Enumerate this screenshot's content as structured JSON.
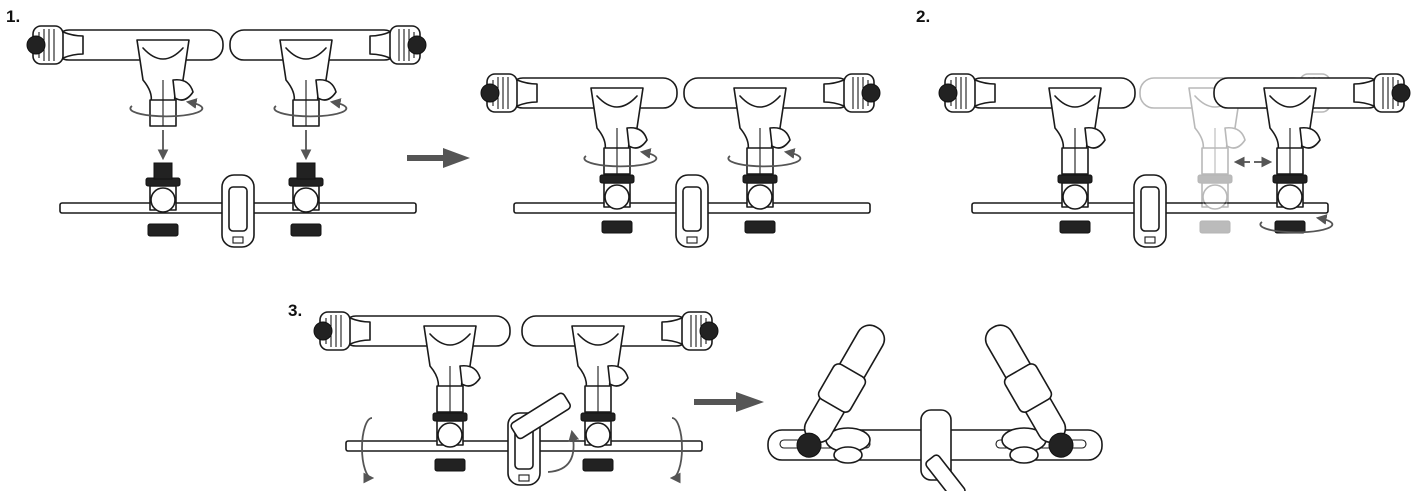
{
  "steps": [
    {
      "label": "1."
    },
    {
      "label": "2."
    },
    {
      "label": "3."
    }
  ],
  "icons": {
    "next_arrow": "arrow-right-icon",
    "rotate_arrow": "rotate-arrow-icon",
    "slide_arrow": "double-arrow-icon"
  },
  "colors": {
    "line": "#1a1a1a",
    "arrow": "#555555",
    "ghost": "#bfbfbf"
  }
}
